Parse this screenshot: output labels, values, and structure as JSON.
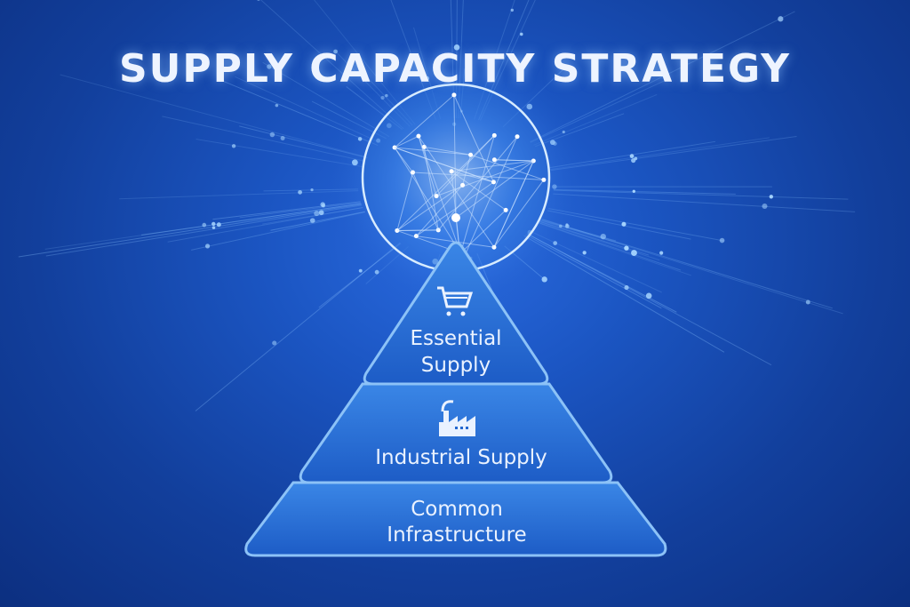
{
  "title": "SUPPLY CAPACITY STRATEGY",
  "tiers": [
    {
      "icon": "shopping-cart-icon",
      "lines": [
        "Essential",
        "Supply"
      ]
    },
    {
      "icon": "factory-icon",
      "lines": [
        "Industrial Supply"
      ]
    },
    {
      "icon": "",
      "lines": [
        "Common",
        "Infrastructure"
      ]
    }
  ],
  "colors": {
    "background": "#1b55c2",
    "tier_fill": "#2367cf",
    "tier_stroke": "#7fb8f5",
    "text": "#eaf2ff"
  }
}
